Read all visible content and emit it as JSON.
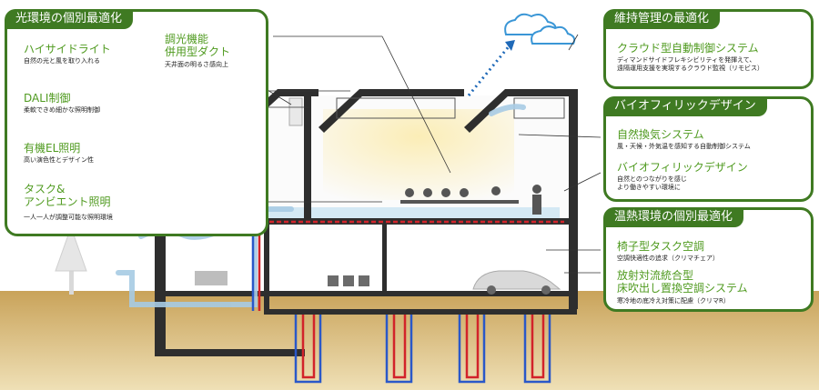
{
  "colors": {
    "accent_green": "#3f7a22",
    "heading_green": "#4f9a1f",
    "ground": "#c9a35a",
    "air_blue": "#9fc6e0",
    "warm_red": "#d2232a",
    "cool_blue": "#2a58c8"
  },
  "icons": [
    "cloud-icon",
    "tree-icon",
    "car-icon",
    "sofa-icon"
  ],
  "light_panel": {
    "tab": "光環境の個別最適化",
    "items": [
      {
        "title": "ハイサイドライト",
        "desc": "自然の光と風を取り入れる"
      },
      {
        "title": "DALI制御",
        "desc": "柔軟できめ細かな照明制御"
      },
      {
        "title": "有機EL照明",
        "desc": "高い演色性とデザイン性"
      },
      {
        "title": "タスク&\nアンビエント照明",
        "desc": "一人一人が調整可能な照明環境"
      }
    ],
    "duct": {
      "title": "調光機能\n併用型ダクト",
      "desc": "天井面の明るさ感向上"
    }
  },
  "maintenance_panel": {
    "tab": "維持管理の最適化",
    "title": "クラウド型自動制御システム",
    "desc": "ディマンドサイドフレキシビリティを発揮えて、\n遠隔運用支援を実現するクラウド監視（リモビス）"
  },
  "biophilic_panel": {
    "tab": "バイオフィリックデザイン",
    "items": [
      {
        "title": "自然換気システム",
        "desc": "風・天候・外気温を感知する自動制御システム"
      },
      {
        "title": "バイオフィリックデザイン",
        "desc": "自然とのつながりを感じ\nより働きやすい環境に"
      }
    ]
  },
  "thermal_panel": {
    "tab": "温熱環境の個別最適化",
    "items": [
      {
        "title": "椅子型タスク空調",
        "desc": "空調快適性の追求（クリマチェア）"
      },
      {
        "title": "放射対流統合型\n床吹出し置換空調システム",
        "desc": "寒冷地の底冷え対策に配慮（クリマR）"
      }
    ]
  }
}
